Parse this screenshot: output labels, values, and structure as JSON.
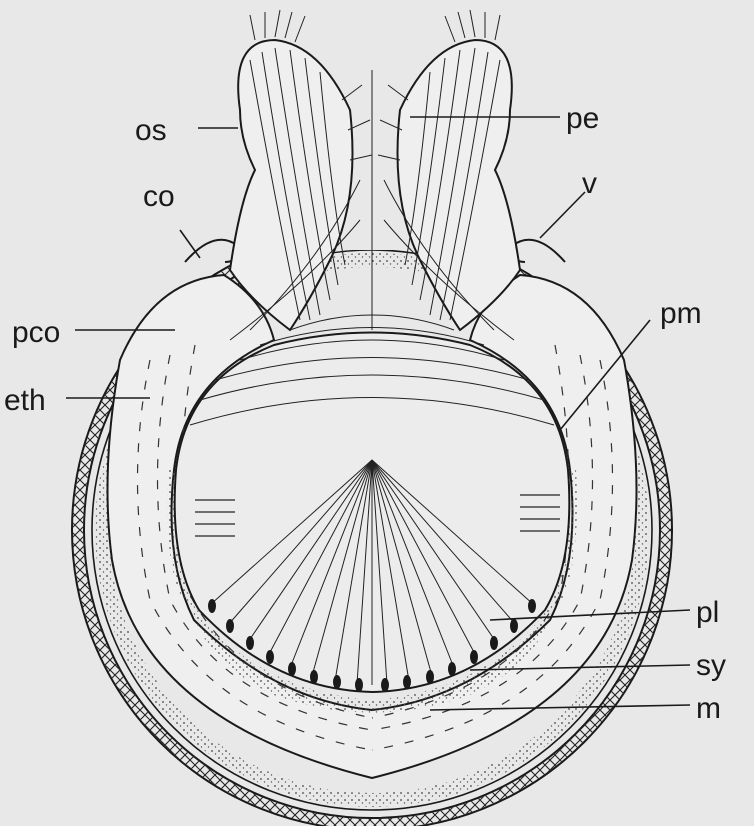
{
  "labels": {
    "os": "os",
    "pe": "pe",
    "co": "co",
    "v": "v",
    "pco": "pco",
    "pm": "pm",
    "eth": "eth",
    "pl": "pl",
    "sy": "sy",
    "m": "m"
  }
}
